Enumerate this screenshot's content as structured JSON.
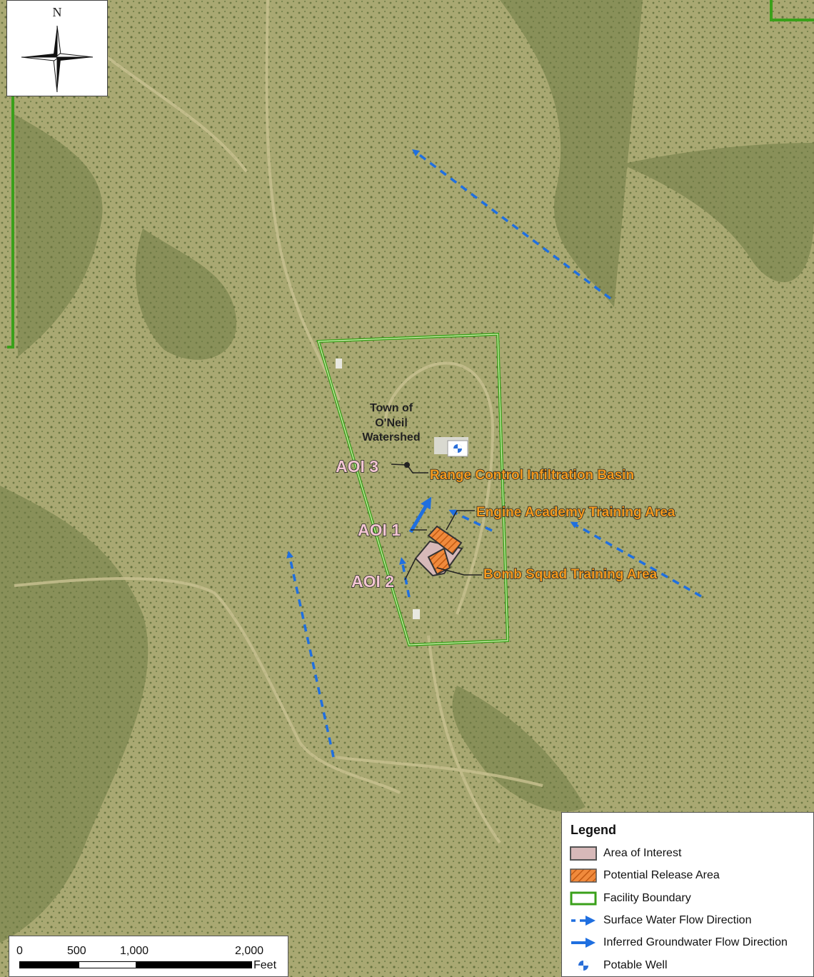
{
  "compass": {
    "north_letter": "N"
  },
  "map": {
    "watershed_label": [
      "Town of",
      "O'Neil",
      "Watershed"
    ],
    "aoi_labels": {
      "aoi1": "AOI 1",
      "aoi2": "AOI 2",
      "aoi3": "AOI 3"
    },
    "site_labels": {
      "range_control": "Range Control Infiltration Basin",
      "engine_academy": "Engine Academy Training Area",
      "bomb_squad": "Bomb Squad Training Area"
    },
    "colors": {
      "facility_boundary": "#3aa01a",
      "flow_arrow": "#1f6fe0",
      "aoi_fill": "#d7b9b9",
      "release_fill": "#f08a3c",
      "label_orange": "#f59a1e",
      "label_pink": "#f3c6d3"
    }
  },
  "legend": {
    "title": "Legend",
    "items": [
      {
        "label": "Area of Interest",
        "icon": "aoi-swatch"
      },
      {
        "label": "Potential Release Area",
        "icon": "hatched-orange-swatch"
      },
      {
        "label": "Facility Boundary",
        "icon": "green-outline-swatch"
      },
      {
        "label": "Surface Water Flow Direction",
        "icon": "dashed-arrow"
      },
      {
        "label": "Inferred Groundwater Flow Direction",
        "icon": "solid-arrow"
      },
      {
        "label": "Potable Well",
        "icon": "well-icon"
      }
    ]
  },
  "scale_bar": {
    "ticks": [
      "0",
      "500",
      "1,000",
      "2,000"
    ],
    "unit": "Feet"
  }
}
